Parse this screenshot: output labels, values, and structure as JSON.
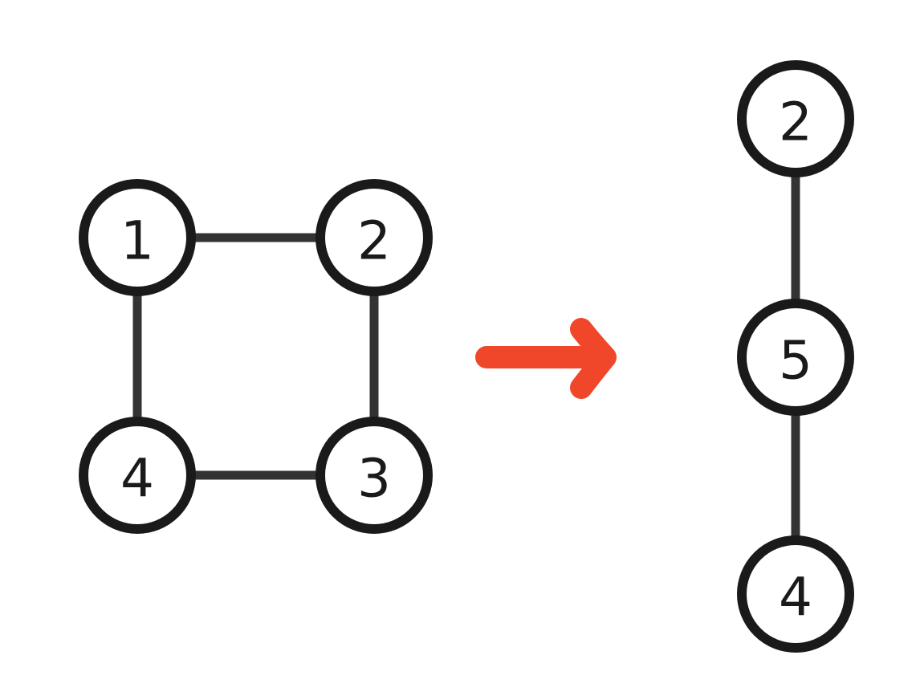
{
  "colors": {
    "edge": "#333333",
    "node_stroke": "#1a1a1a",
    "node_fill": "#ffffff",
    "arrow": "#f0472a"
  },
  "graphs": {
    "left": {
      "nodes": [
        {
          "id": "n1",
          "label": "1"
        },
        {
          "id": "n2",
          "label": "2"
        },
        {
          "id": "n3",
          "label": "3"
        },
        {
          "id": "n4",
          "label": "4"
        }
      ],
      "edges": [
        [
          "n1",
          "n2"
        ],
        [
          "n2",
          "n3"
        ],
        [
          "n3",
          "n4"
        ],
        [
          "n4",
          "n1"
        ]
      ]
    },
    "right": {
      "nodes": [
        {
          "id": "m2",
          "label": "2"
        },
        {
          "id": "m5",
          "label": "5"
        },
        {
          "id": "m4",
          "label": "4"
        }
      ],
      "edges": [
        [
          "m2",
          "m5"
        ],
        [
          "m5",
          "m4"
        ]
      ]
    }
  },
  "arrow_icon": "arrow-right-icon"
}
